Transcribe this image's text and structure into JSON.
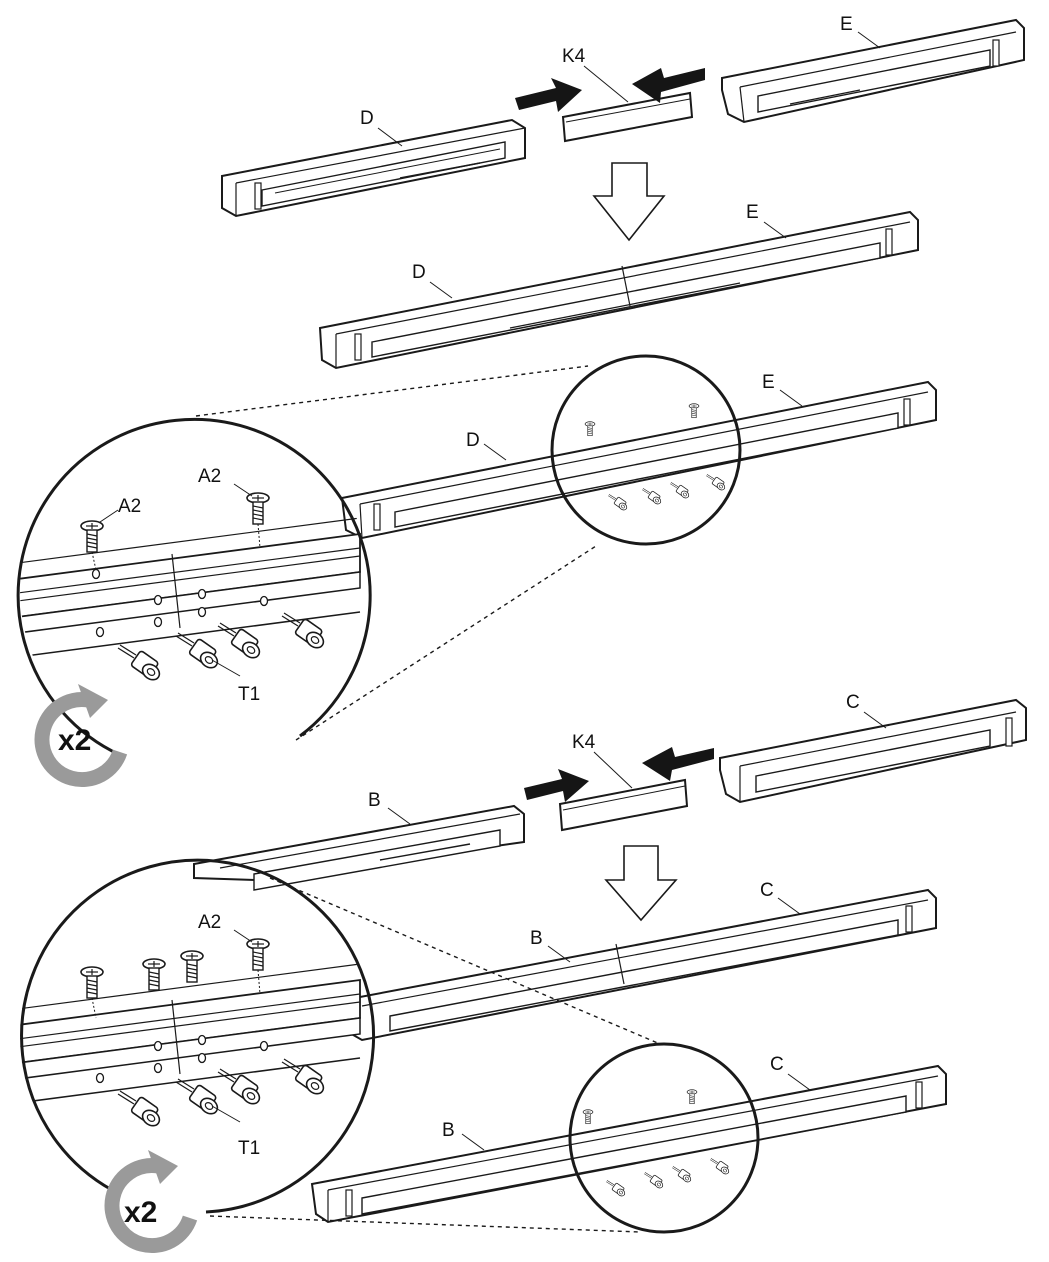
{
  "parts": {
    "D": "D",
    "E": "E",
    "K4": "K4",
    "A2": "A2",
    "T1": "T1",
    "B": "B",
    "C": "C"
  },
  "repeat": {
    "times": "x2"
  },
  "colors": {
    "line": "#1a1a1a",
    "rail_fill": "#ffffff",
    "arrow_dark": "#151515",
    "repeat_icon": "#9a9a9a"
  },
  "icons": [
    "push-arrow-icon",
    "down-arrow-icon",
    "repeat-icon",
    "screw-icon",
    "standoff-icon",
    "magnifier-circle"
  ]
}
